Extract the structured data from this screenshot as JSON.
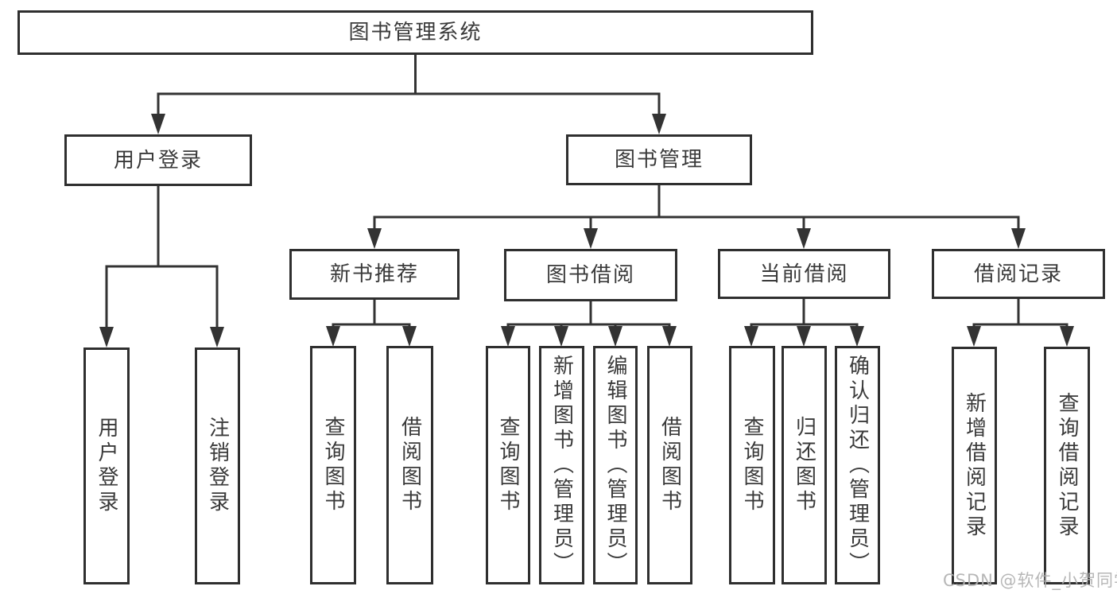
{
  "tree": {
    "label": "图书管理系统",
    "children": [
      {
        "label": "用户登录",
        "children": [
          {
            "label": "用户登录"
          },
          {
            "label": "注销登录"
          }
        ]
      },
      {
        "label": "图书管理",
        "children": [
          {
            "label": "新书推荐",
            "children": [
              {
                "label": "查询图书"
              },
              {
                "label": "借阅图书"
              }
            ]
          },
          {
            "label": "图书借阅",
            "children": [
              {
                "label": "查询图书"
              },
              {
                "label": "新增图书（管理员）"
              },
              {
                "label": "编辑图书（管理员）"
              },
              {
                "label": "借阅图书"
              }
            ]
          },
          {
            "label": "当前借阅",
            "children": [
              {
                "label": "查询图书"
              },
              {
                "label": "归还图书"
              },
              {
                "label": "确认归还（管理员）"
              }
            ]
          },
          {
            "label": "借阅记录",
            "children": [
              {
                "label": "新增借阅记录"
              },
              {
                "label": "查询借阅记录"
              }
            ]
          }
        ]
      }
    ]
  },
  "watermark": {
    "text": "CSDN @软件_小贺同学"
  },
  "colors": {
    "line": "#333333",
    "border": "#2f2f2f",
    "text": "#3a3a3a",
    "watermark": "#b1b1b1",
    "background": "#ffffff"
  }
}
